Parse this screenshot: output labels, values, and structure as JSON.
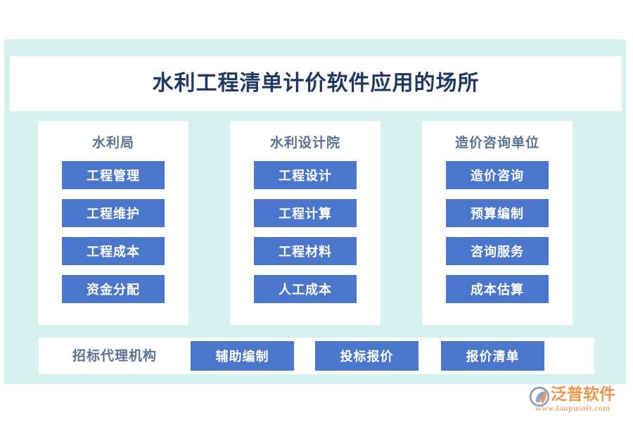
{
  "page": {
    "title": "水利工程清单计价软件应用的场所",
    "panel_color": "#d5f1f0",
    "chip_color": "#4a76cc",
    "title_color": "#1f3864",
    "header_color": "#5b7293"
  },
  "columns": [
    {
      "header": "水利局",
      "items": [
        "工程管理",
        "工程维护",
        "工程成本",
        "资金分配"
      ]
    },
    {
      "header": "水利设计院",
      "items": [
        "工程设计",
        "工程计算",
        "工程材料",
        "人工成本"
      ]
    },
    {
      "header": "造价咨询单位",
      "items": [
        "造价咨询",
        "预算编制",
        "咨询服务",
        "成本估算"
      ]
    }
  ],
  "bottom_row": {
    "label": "招标代理机构",
    "items": [
      "辅助编制",
      "投标报价",
      "报价清单"
    ]
  },
  "logo": {
    "name": "泛普软件",
    "url": "www.fanpusoft.com",
    "brand_color": "#f0964b",
    "url_color": "#f3b183"
  }
}
